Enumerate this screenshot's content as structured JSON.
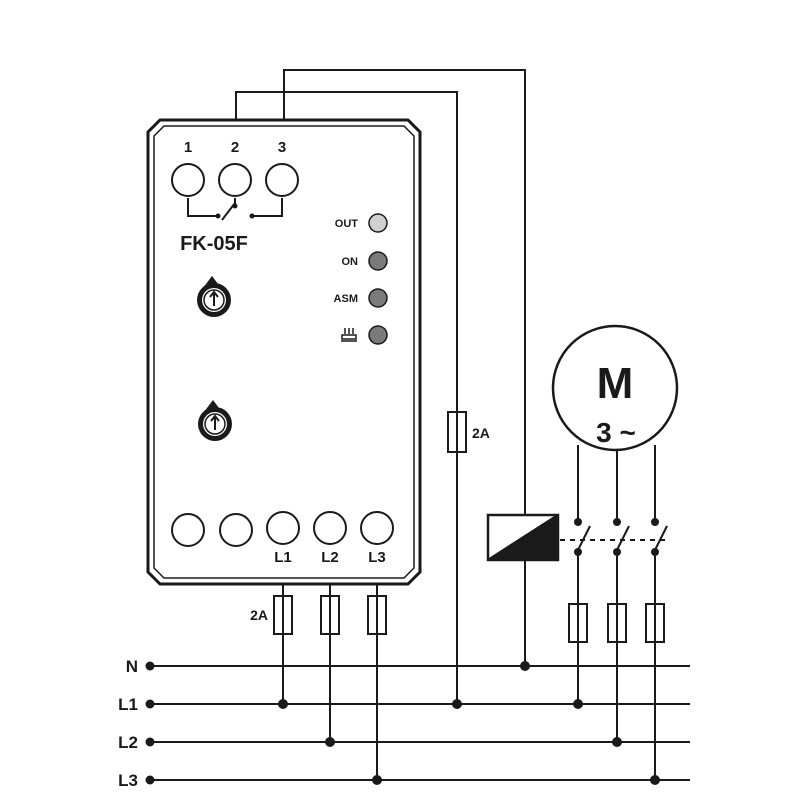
{
  "device": {
    "model": "FK-05F",
    "contacts": [
      "1",
      "2",
      "3"
    ],
    "phase_terminals": [
      "L1",
      "L2",
      "L3"
    ],
    "indicators": [
      {
        "label": "OUT",
        "color": "#d0d0d0"
      },
      {
        "label": "ON",
        "color": "#7a7a7a"
      },
      {
        "label": "ASM",
        "color": "#7a7a7a"
      },
      {
        "label": "",
        "icon": "heater-icon",
        "color": "#7a7a7a"
      }
    ],
    "knob_icon": "arrow-knob-icon"
  },
  "motor": {
    "label": "M",
    "subtitle": "3 ~"
  },
  "fuses": {
    "device_fuse_label": "2A",
    "coil_fuse_label": "2A"
  },
  "lines": [
    "N",
    "L1",
    "L2",
    "L3"
  ],
  "colors": {
    "ink": "#1a1a1a",
    "led_light": "#d0d0d0",
    "led_dark": "#7a7a7a"
  }
}
